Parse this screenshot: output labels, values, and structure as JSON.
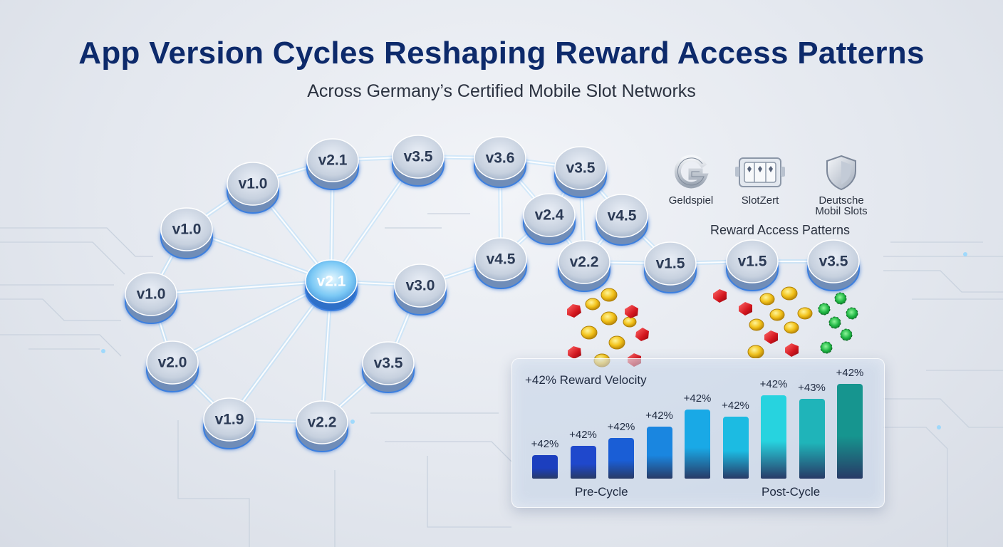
{
  "title": "App Version Cycles Reshaping Reward Access Patterns",
  "subtitle": "Across Germany’s Certified Mobile Slot Networks",
  "network": {
    "nodes": [
      {
        "id": "n1",
        "label": "v1.0"
      },
      {
        "id": "n2",
        "label": "v1.0"
      },
      {
        "id": "n3",
        "label": "v1.0"
      },
      {
        "id": "n4",
        "label": "v2.0"
      },
      {
        "id": "n5",
        "label": "v1.9"
      },
      {
        "id": "n6",
        "label": "v2.2"
      },
      {
        "id": "n7",
        "label": "v3.5"
      },
      {
        "id": "n8",
        "label": "v3.0"
      },
      {
        "id": "n9",
        "label": "v2.1",
        "highlight": true
      },
      {
        "id": "n10",
        "label": "v2.1"
      },
      {
        "id": "n11",
        "label": "v3.5"
      },
      {
        "id": "n12",
        "label": "v3.6"
      },
      {
        "id": "n13",
        "label": "v3.5"
      },
      {
        "id": "n14",
        "label": "v2.4"
      },
      {
        "id": "n15",
        "label": "v4.5"
      },
      {
        "id": "n16",
        "label": "v4.5"
      },
      {
        "id": "n17",
        "label": "v2.2"
      },
      {
        "id": "n18",
        "label": "v1.5"
      },
      {
        "id": "n19",
        "label": "v1.5"
      },
      {
        "id": "n20",
        "label": "v3.5"
      }
    ],
    "edges": [
      [
        "n1",
        "n2"
      ],
      [
        "n2",
        "n3"
      ],
      [
        "n3",
        "n4"
      ],
      [
        "n4",
        "n5"
      ],
      [
        "n5",
        "n6"
      ],
      [
        "n6",
        "n7"
      ],
      [
        "n7",
        "n8"
      ],
      [
        "n1",
        "n10"
      ],
      [
        "n10",
        "n11"
      ],
      [
        "n11",
        "n12"
      ],
      [
        "n12",
        "n13"
      ],
      [
        "n1",
        "n9"
      ],
      [
        "n2",
        "n9"
      ],
      [
        "n3",
        "n9"
      ],
      [
        "n4",
        "n9"
      ],
      [
        "n5",
        "n9"
      ],
      [
        "n6",
        "n9"
      ],
      [
        "n10",
        "n9"
      ],
      [
        "n11",
        "n9"
      ],
      [
        "n9",
        "n8"
      ],
      [
        "n8",
        "n16"
      ],
      [
        "n16",
        "n14"
      ],
      [
        "n16",
        "n12"
      ],
      [
        "n14",
        "n13"
      ],
      [
        "n13",
        "n15"
      ],
      [
        "n14",
        "n17"
      ],
      [
        "n15",
        "n17"
      ],
      [
        "n13",
        "n17"
      ],
      [
        "n15",
        "n18"
      ],
      [
        "n17",
        "n18"
      ],
      [
        "n18",
        "n19"
      ],
      [
        "n19",
        "n20"
      ],
      [
        "n12",
        "n14"
      ]
    ]
  },
  "brands": [
    {
      "name": "Geldspiel",
      "icon": "g-logo-icon"
    },
    {
      "name": "SlotZert",
      "icon": "slot-machine-icon"
    },
    {
      "name": "Deutsche\nMobil Slots",
      "icon": "shield-icon"
    }
  ],
  "brands_heading": "Reward Access Patterns",
  "chart_data": {
    "type": "bar",
    "title": "+42% Reward Velocity",
    "xlabel_left": "Pre-Cycle",
    "xlabel_right": "Post-Cycle",
    "bar_labels": [
      "+42%",
      "+42%",
      "+42%",
      "+42%",
      "+42%",
      "+42%",
      "+42%",
      "+43%",
      "+42%"
    ],
    "values": [
      0.22,
      0.31,
      0.38,
      0.49,
      0.65,
      0.58,
      0.78,
      0.75,
      0.89
    ],
    "colors": [
      "#1c3fbf",
      "#1f48cc",
      "#1a5ed6",
      "#1a86e0",
      "#19a9e6",
      "#1cbbe2",
      "#27d3df",
      "#1fb4b9",
      "#16958f"
    ]
  }
}
